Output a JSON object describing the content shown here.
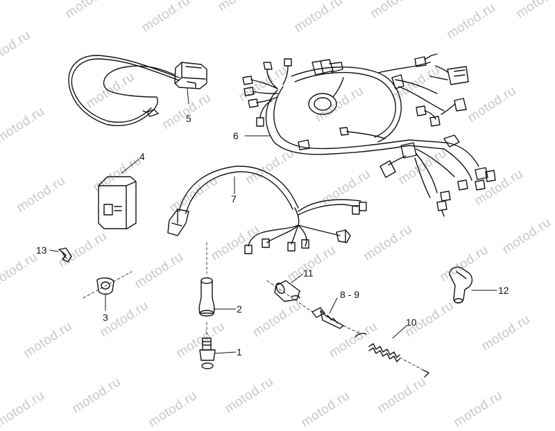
{
  "watermark": "motod.ru",
  "callouts": {
    "c1": "1",
    "c2": "2",
    "c3": "3",
    "c4": "4",
    "c5": "5",
    "c6": "6",
    "c7": "7",
    "c89": "8 - 9",
    "c10": "10",
    "c11": "11",
    "c12": "12",
    "c13": "13"
  }
}
